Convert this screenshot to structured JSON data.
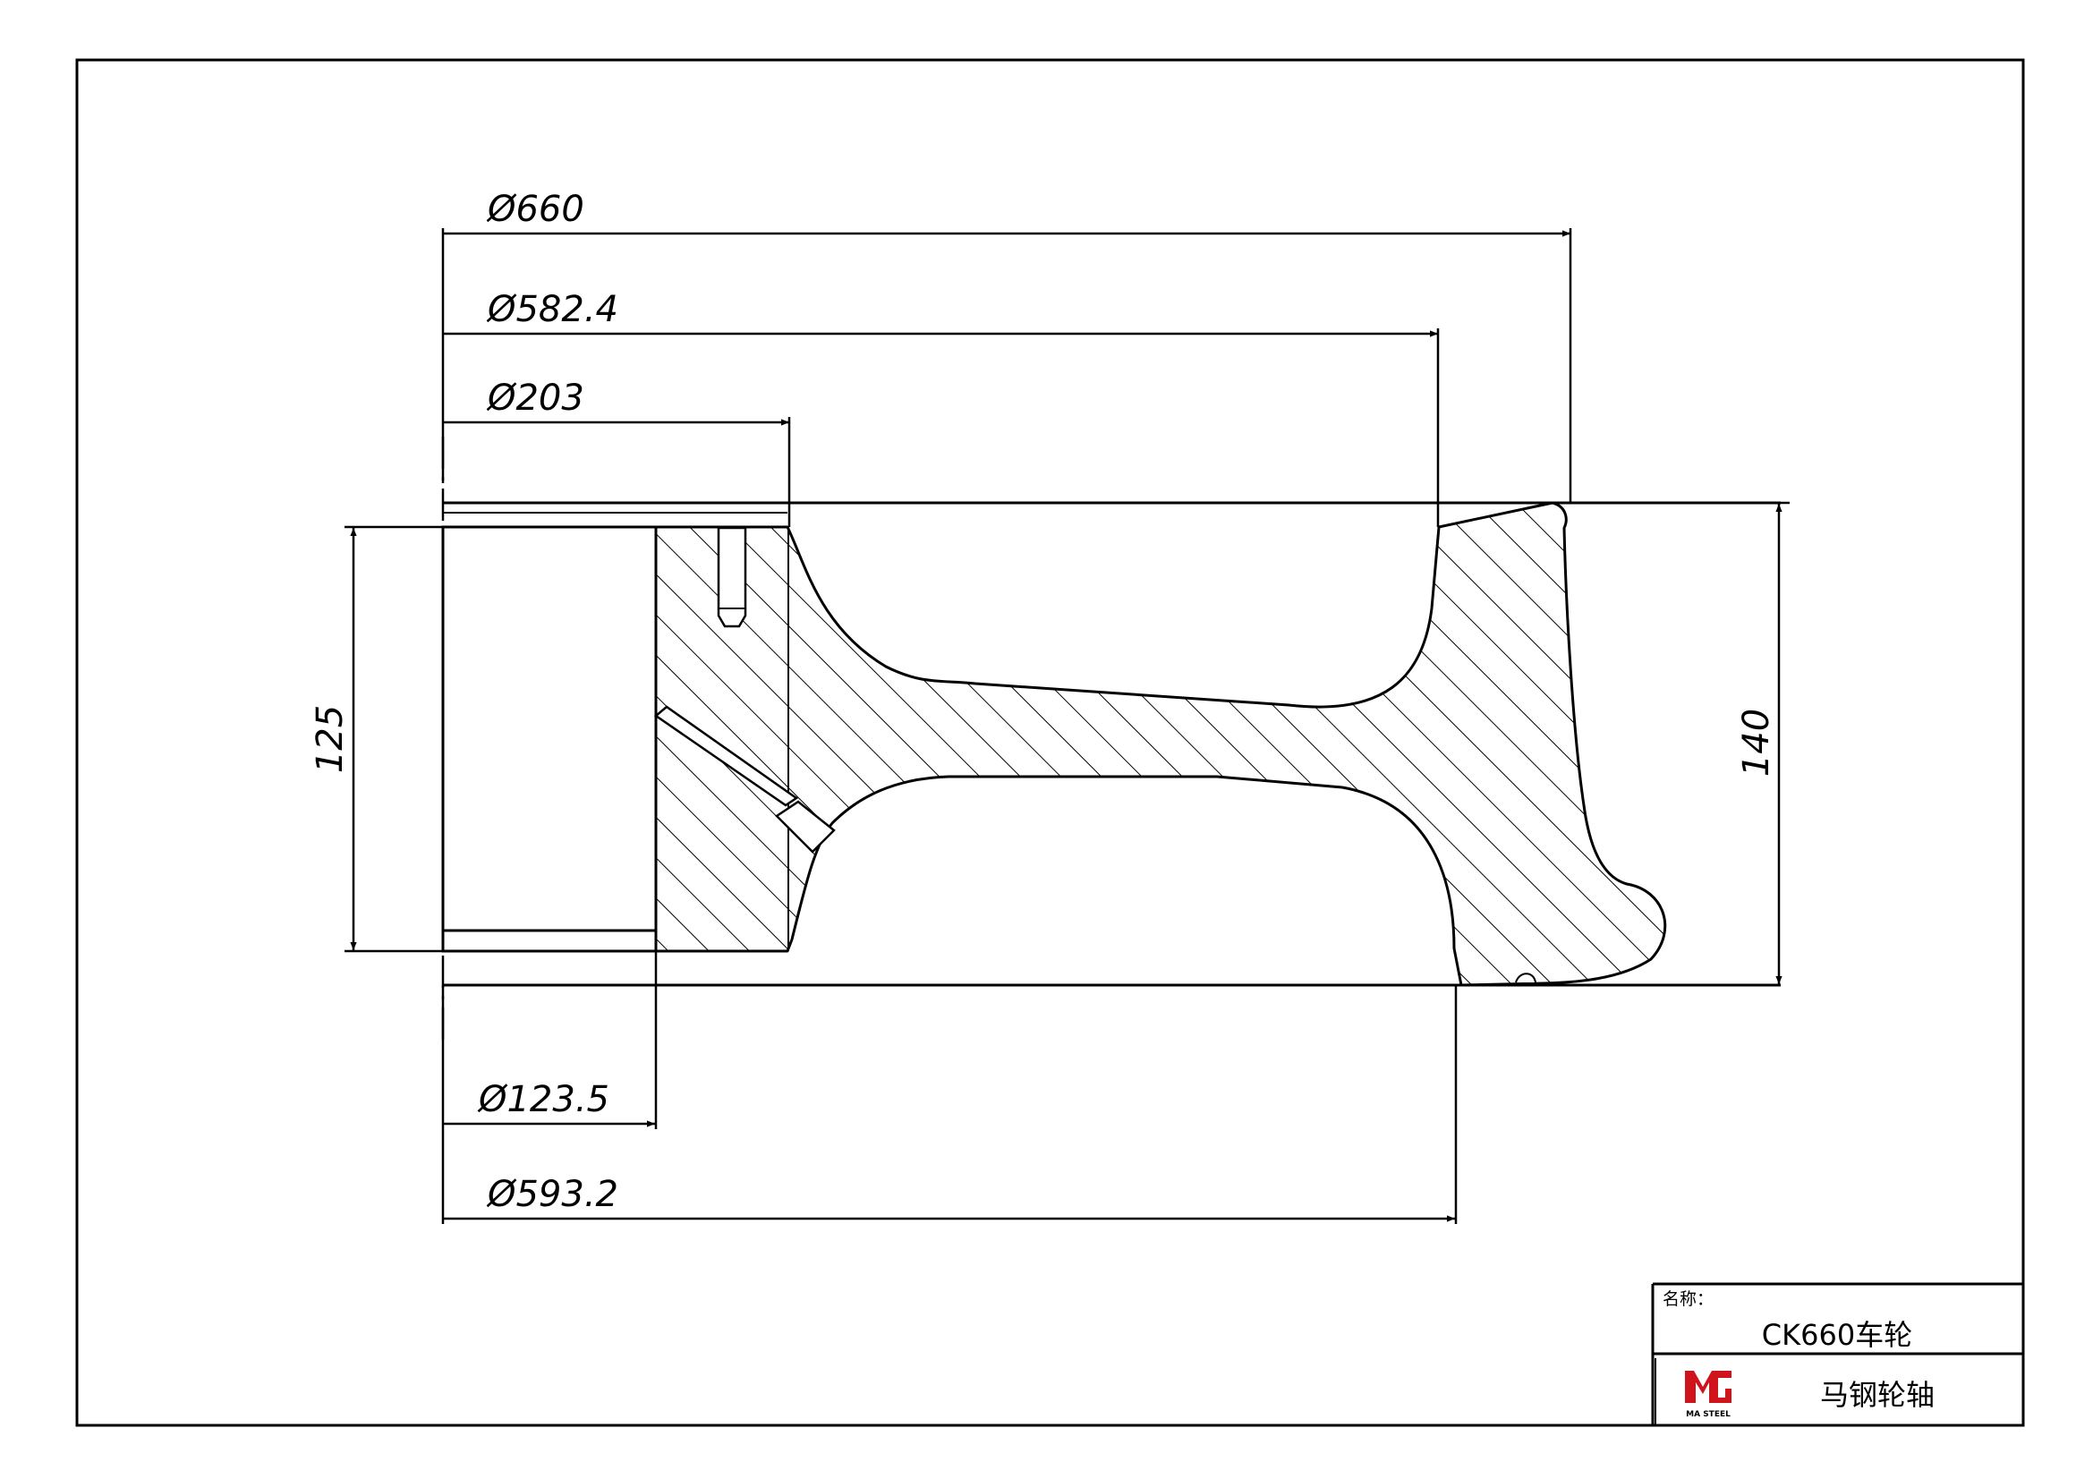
{
  "dimensions": {
    "d660": "Ø660",
    "d582": "Ø582.4",
    "d203": "Ø203",
    "h125": "125",
    "h140": "140",
    "d123": "Ø123.5",
    "d593": "Ø593.2"
  },
  "title_block": {
    "name_label": "名称：",
    "part_name": "CK660车轮",
    "company": "马钢轮轴",
    "logo_text": "MA STEEL"
  },
  "colors": {
    "line": "#000000",
    "logo": "#d0141c",
    "paper": "#ffffff"
  }
}
